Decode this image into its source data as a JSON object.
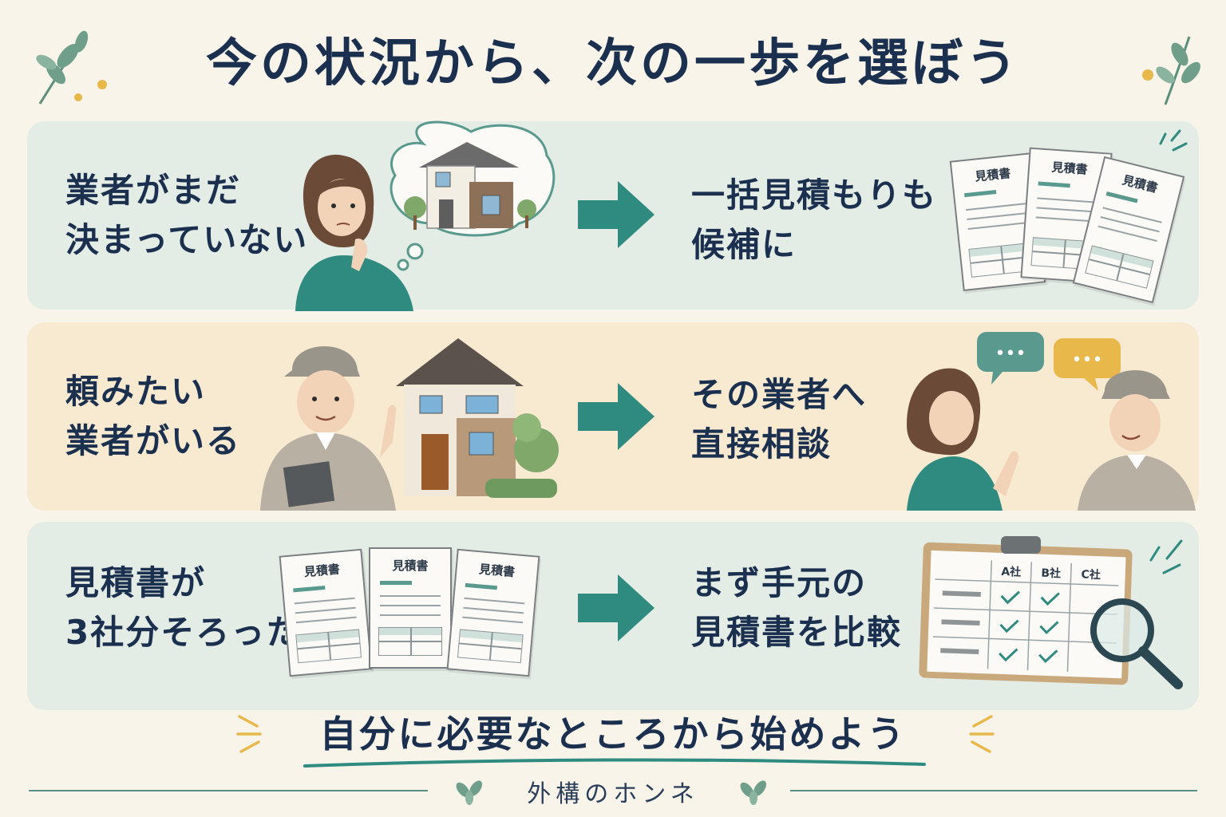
{
  "title": "今の状況から、次の一歩を選ぼう",
  "rows": [
    {
      "situation": [
        "業者がまだ",
        "決まっていない"
      ],
      "action": [
        "一括見積もりも",
        "候補に"
      ]
    },
    {
      "situation": [
        "頼みたい",
        "業者がいる"
      ],
      "action": [
        "その業者へ",
        "直接相談"
      ]
    },
    {
      "situation": [
        "見積書が",
        "3社分そろった"
      ],
      "action": [
        "まず手元の",
        "見積書を比較"
      ]
    }
  ],
  "document_label": "見積書",
  "comparison_table": {
    "columns": [
      "A社",
      "B社",
      "C社"
    ]
  },
  "speech_bubble_text": "•••",
  "footer_message": "自分に必要なところから始めよう",
  "brand": "外構のホンネ",
  "colors": {
    "teal": "#2f8a80",
    "navy": "#1b2f4e",
    "row_green": "#e3ece5",
    "row_beige": "#f7ead1",
    "background": "#f8f4ea"
  }
}
